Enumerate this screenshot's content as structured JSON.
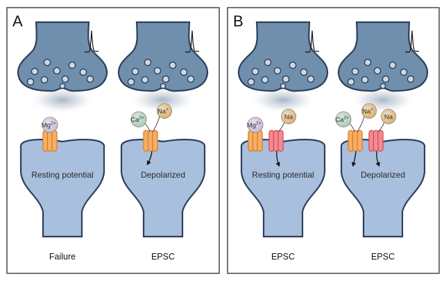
{
  "colors": {
    "terminal": "#6f8fac",
    "terminal_stroke": "#2d3f5c",
    "vesicle": "#cdd8e4",
    "dendrite": "#a8bfdd",
    "dendrite_stroke": "#2d3f5c",
    "nmda_receptor": "#f6ae63",
    "ampa_receptor": "#f08c93",
    "mg_ion": "#c8b7d8",
    "na_ion": "#dcb06e",
    "ca_ion": "#a9cbb8"
  },
  "panels": [
    {
      "letter": "A",
      "synapses": [
        {
          "cell_label": "Resting potential",
          "bottom_label": "Failure",
          "ions": [
            {
              "base": "Mg",
              "charge": "2+",
              "color": "mg",
              "role": "block-nmda"
            }
          ],
          "receptors": [
            "nmda"
          ],
          "arrows": []
        },
        {
          "cell_label": "Depolarized",
          "bottom_label": "EPSC",
          "ions": [
            {
              "base": "Ca",
              "charge": "2+",
              "color": "ca",
              "role": "left"
            },
            {
              "base": "Na",
              "charge": "+",
              "color": "na",
              "role": "right"
            }
          ],
          "receptors": [
            "nmda"
          ],
          "arrows": [
            "nmda"
          ]
        }
      ]
    },
    {
      "letter": "B",
      "synapses": [
        {
          "cell_label": "Resting potential",
          "bottom_label": "EPSC",
          "ions": [
            {
              "base": "Mg",
              "charge": "2+",
              "color": "mg",
              "role": "block-nmda"
            },
            {
              "base": "Na",
              "charge": "",
              "color": "na",
              "role": "ampa"
            }
          ],
          "receptors": [
            "nmda",
            "ampa"
          ],
          "arrows": [
            "ampa"
          ]
        },
        {
          "cell_label": "Depolarized",
          "bottom_label": "EPSC",
          "ions": [
            {
              "base": "Ca",
              "charge": "2+",
              "color": "ca",
              "role": "left"
            },
            {
              "base": "Na",
              "charge": "+",
              "color": "na",
              "role": "right"
            },
            {
              "base": "Na",
              "charge": "",
              "color": "na",
              "role": "ampa"
            }
          ],
          "receptors": [
            "nmda",
            "ampa"
          ],
          "arrows": [
            "nmda",
            "ampa"
          ]
        }
      ]
    }
  ]
}
